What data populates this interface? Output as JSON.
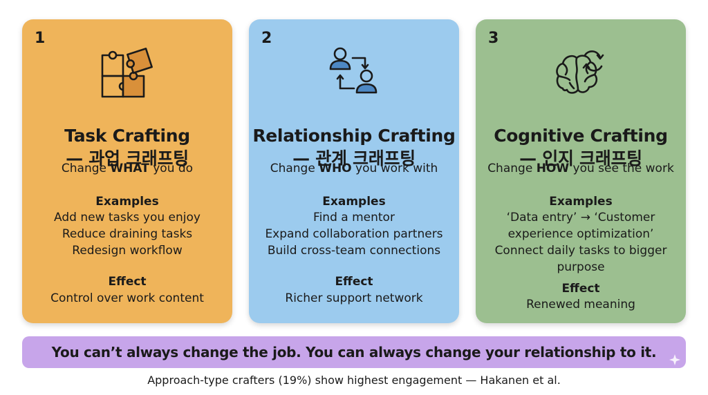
{
  "colors": {
    "card_1": "#efb45a",
    "card_2": "#9ccbee",
    "card_3": "#9cbf90",
    "banner": "#c7a5ea",
    "icon_stroke": "#1a1a1a",
    "icon_accent_1": "#d9903a",
    "icon_accent_2": "#4d88c4"
  },
  "cards": [
    {
      "number": "1",
      "icon": "puzzle-icon",
      "title_en": "Task Crafting",
      "title_kr": "— 과업 크래프팅",
      "tagline_pre": "Change ",
      "tagline_bold": "WHAT",
      "tagline_post": " you do",
      "examples_heading": "Examples",
      "examples": [
        "Add new tasks you enjoy",
        "Reduce draining tasks",
        "Redesign workflow"
      ],
      "effect_heading": "Effect",
      "effect": "Control over work content"
    },
    {
      "number": "2",
      "icon": "people-connection-icon",
      "title_en": "Relationship Crafting",
      "title_kr": "— 관계 크래프팅",
      "tagline_pre": "Change ",
      "tagline_bold": "WHO",
      "tagline_post": " you work with",
      "examples_heading": "Examples",
      "examples": [
        "Find a mentor",
        "Expand collaboration partners",
        "Build cross-team connections"
      ],
      "effect_heading": "Effect",
      "effect": "Richer support network"
    },
    {
      "number": "3",
      "icon": "brain-refresh-icon",
      "title_en": "Cognitive Crafting",
      "title_kr": "— 인지 크래프팅",
      "tagline_pre": "Change ",
      "tagline_bold": "HOW",
      "tagline_post": " you see the work",
      "examples_heading": "Examples",
      "examples": [
        "‘Data entry’ → ‘Customer experience optimization’",
        "Connect daily tasks to bigger purpose"
      ],
      "effect_heading": "Effect",
      "effect": "Renewed meaning"
    }
  ],
  "banner": {
    "text": "You can’t always change the job. You can always change your relationship to it.",
    "icon": "sparkle-icon"
  },
  "footnote": "Approach-type crafters (19%) show highest engagement — Hakanen et al."
}
